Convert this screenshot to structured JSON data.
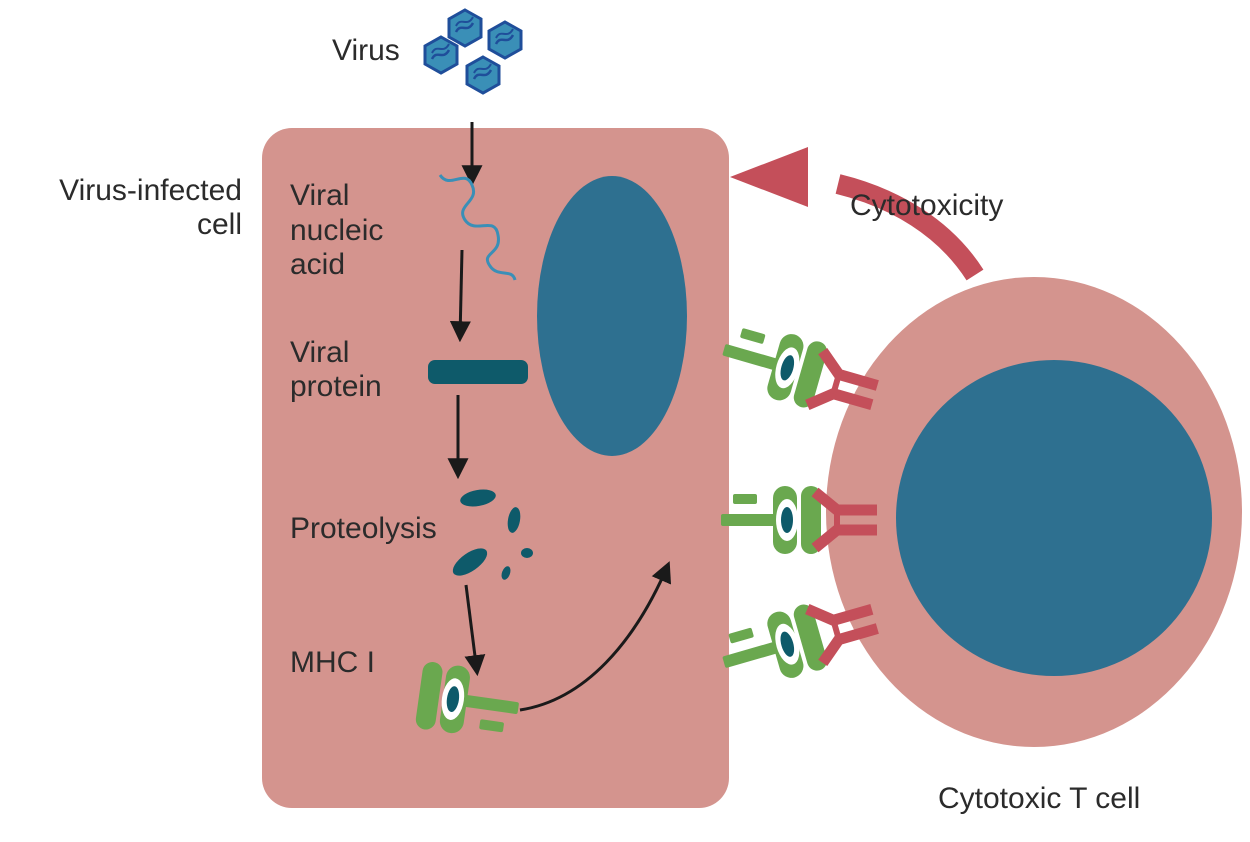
{
  "labels": {
    "virus": "Virus",
    "infected_cell_line1": "Virus-infected",
    "infected_cell_line2": "cell",
    "viral_nucleic_line1": "Viral",
    "viral_nucleic_line2": "nucleic",
    "viral_nucleic_line3": "acid",
    "viral_protein_line1": "Viral",
    "viral_protein_line2": "protein",
    "proteolysis": "Proteolysis",
    "mhc": "MHC I",
    "cytotoxicity": "Cytotoxicity",
    "t_cell": "Cytotoxic T cell"
  },
  "colors": {
    "cell_body": "#d4948e",
    "nucleus": "#2e7090",
    "protein": "#0e5a6a",
    "mhc": "#6aa84f",
    "tcr": "#c44f5a",
    "arrow": "#1a1a1a",
    "cytotoxicity_arrow": "#c44f5a",
    "virus_fill": "#3a8fb7",
    "virus_outline": "#1f4e9a"
  },
  "icons": {
    "virus": "virus-particle-icon",
    "mhc": "mhc-class-i-icon",
    "tcr": "t-cell-receptor-icon"
  }
}
